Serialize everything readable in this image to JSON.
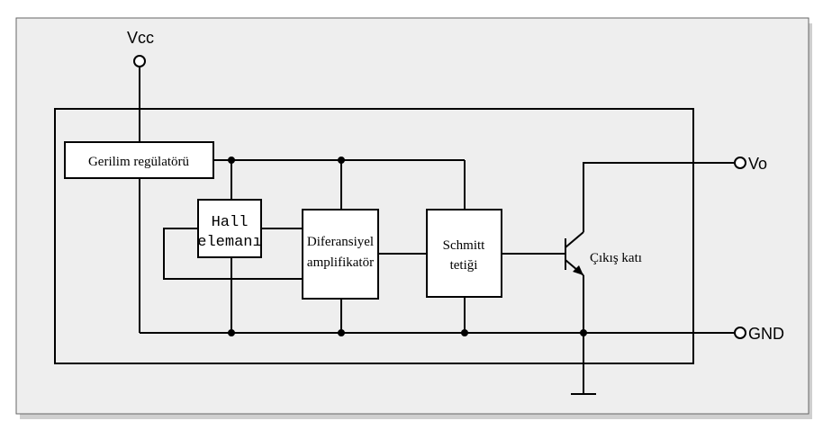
{
  "diagram": {
    "terminals": {
      "vcc": "Vcc",
      "vo": "Vo",
      "gnd": "GND"
    },
    "blocks": {
      "regulator": "Gerilim regülatörü",
      "hall_line1": "Hall",
      "hall_line2": "elemanı",
      "amp_line1": "Diferansiyel",
      "amp_line2": "amplifikatör",
      "schmitt_line1": "Schmitt",
      "schmitt_line2": "tetiği",
      "output_stage": "Çıkış katı"
    },
    "colors": {
      "background": "#eeeeee",
      "line": "#000000",
      "block_fill": "#ffffff"
    }
  }
}
